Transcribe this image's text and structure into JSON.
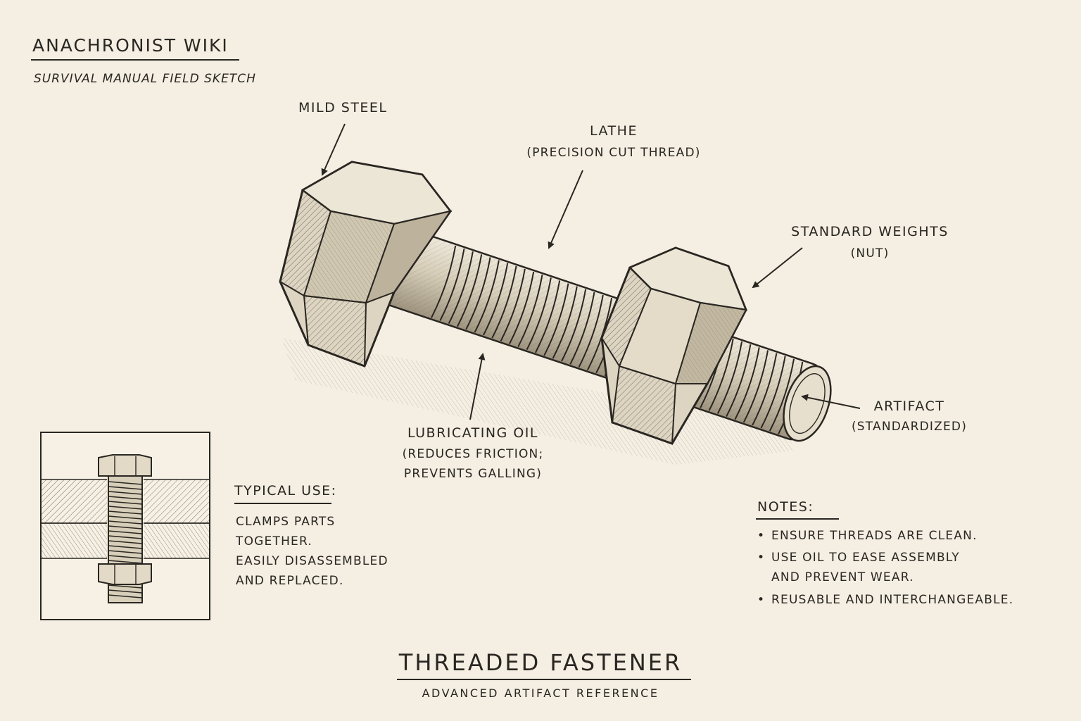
{
  "header": {
    "title": "ANACHRONIST WIKI",
    "subtitle": "SURVIVAL MANUAL FIELD SKETCH"
  },
  "callouts": {
    "mild_steel": "MILD STEEL",
    "lathe": "LATHE",
    "lathe_note": "(PRECISION CUT THREAD)",
    "standard_weights": "STANDARD WEIGHTS",
    "standard_weights_note": "(NUT)",
    "artifact": "ARTIFACT",
    "artifact_note": "(STANDARDIZED)",
    "lubricating_oil": "LUBRICATING OIL",
    "lubricating_oil_note_1": "(REDUCES FRICTION;",
    "lubricating_oil_note_2": "PREVENTS GALLING)"
  },
  "typical_use": {
    "heading": "TYPICAL USE:",
    "lines": [
      "CLAMPS PARTS",
      "TOGETHER.",
      "EASILY DISASSEMBLED",
      "AND REPLACED."
    ]
  },
  "notes": {
    "heading": "NOTES:",
    "bullet": "•",
    "items": [
      "ENSURE THREADS ARE CLEAN.",
      "USE OIL TO EASE ASSEMBLY",
      "AND PREVENT WEAR.",
      "REUSABLE AND INTERCHANGEABLE."
    ]
  },
  "footer": {
    "title": "THREADED FASTENER",
    "subtitle": "ADVANCED ARTIFACT REFERENCE"
  },
  "colors": {
    "paper": "#f4efe2",
    "ink": "#2a2622",
    "metal": "#d9d1bd",
    "metal_dark": "#a89e88"
  }
}
